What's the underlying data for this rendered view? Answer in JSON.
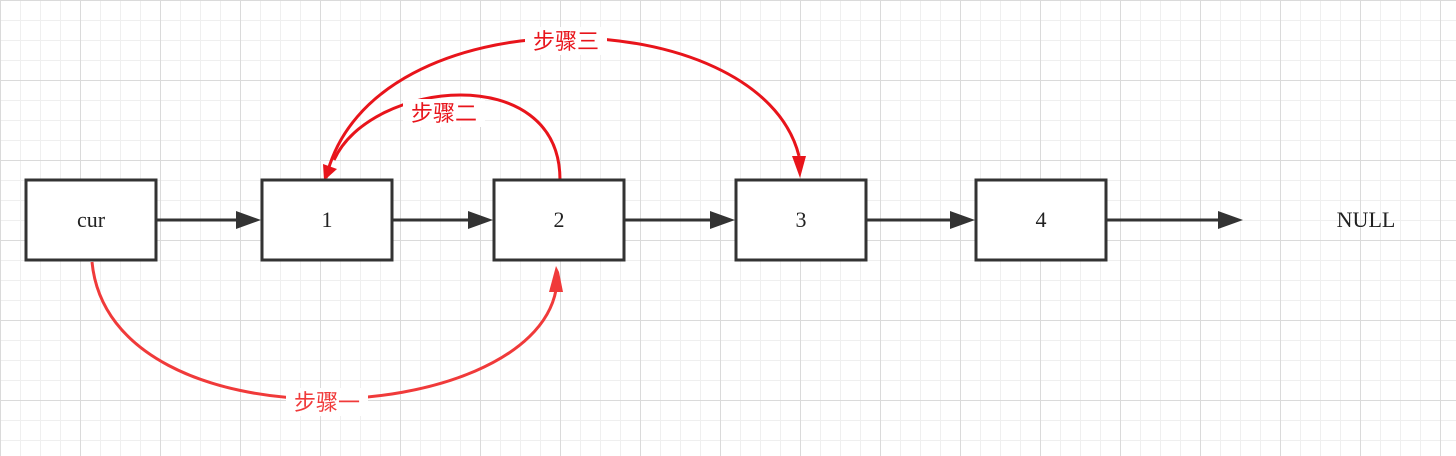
{
  "nodes": [
    {
      "id": "cur",
      "label": "cur"
    },
    {
      "id": "n1",
      "label": "1"
    },
    {
      "id": "n2",
      "label": "2"
    },
    {
      "id": "n3",
      "label": "3"
    },
    {
      "id": "n4",
      "label": "4"
    }
  ],
  "terminal_label": "NULL",
  "steps": [
    {
      "label": "步骤一",
      "from": "cur",
      "to": "n2"
    },
    {
      "label": "步骤二",
      "from": "n2",
      "to": "n1"
    },
    {
      "label": "步骤三",
      "from": "n1",
      "to": "n3"
    }
  ],
  "colors": {
    "box_stroke": "#333333",
    "link_arrow": "#333333",
    "step_one": "#f03a3a",
    "step_two_three": "#e8141b",
    "grid_major": "#dadada",
    "grid_minor": "#efefef"
  }
}
